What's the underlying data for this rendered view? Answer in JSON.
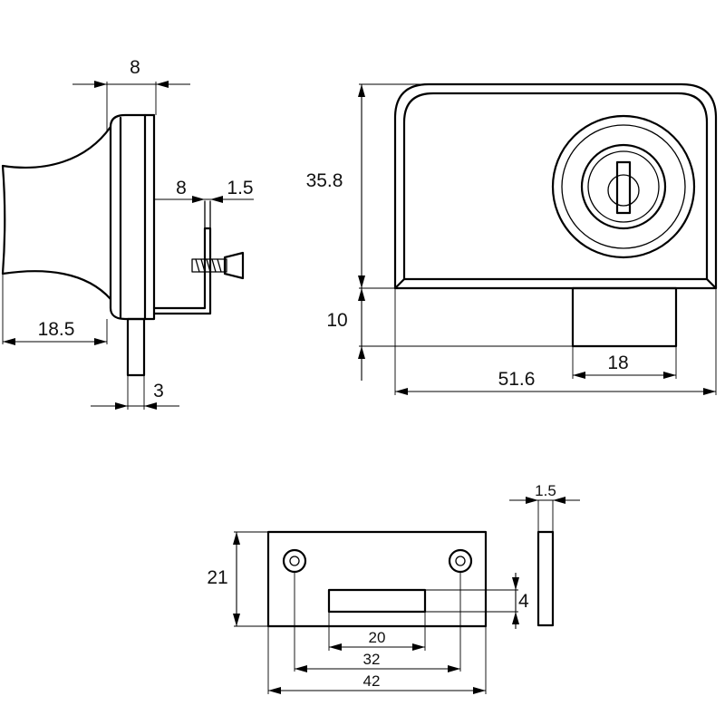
{
  "dimensions": {
    "side_knob_depth": "8",
    "side_clamp_gap": "8",
    "side_plate_thickness": "1.5",
    "side_knob_length": "18.5",
    "side_bolt_width": "3",
    "front_body_height": "35.8",
    "front_base_height": "10",
    "front_bolt_width": "18",
    "front_total_width": "51.6",
    "strike_height": "21",
    "strike_slot_height": "4",
    "strike_slot_width": "20",
    "strike_hole_spacing": "32",
    "strike_total_width": "42",
    "strike_thickness": "1.5"
  }
}
